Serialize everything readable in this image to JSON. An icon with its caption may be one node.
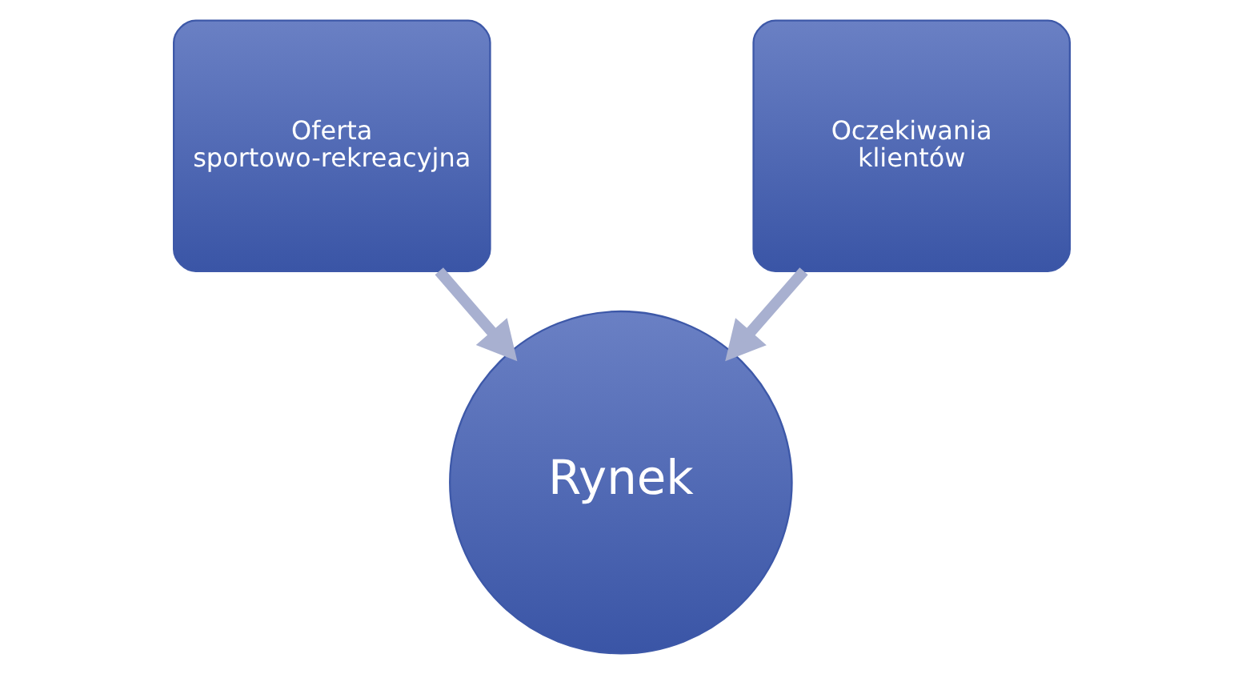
{
  "diagram": {
    "nodes": [
      {
        "text": [
          "Oferta sportowo-rekreacyjna"
        ]
      },
      {
        "text": [
          "Oczekiwania klientów"
        ]
      },
      {
        "text": [
          "Rynek"
        ]
      }
    ],
    "edges": [
      {
        "from": 0,
        "to": 2,
        "arrow": "to"
      },
      {
        "from": 1,
        "to": 2,
        "arrow": "to"
      }
    ]
  }
}
